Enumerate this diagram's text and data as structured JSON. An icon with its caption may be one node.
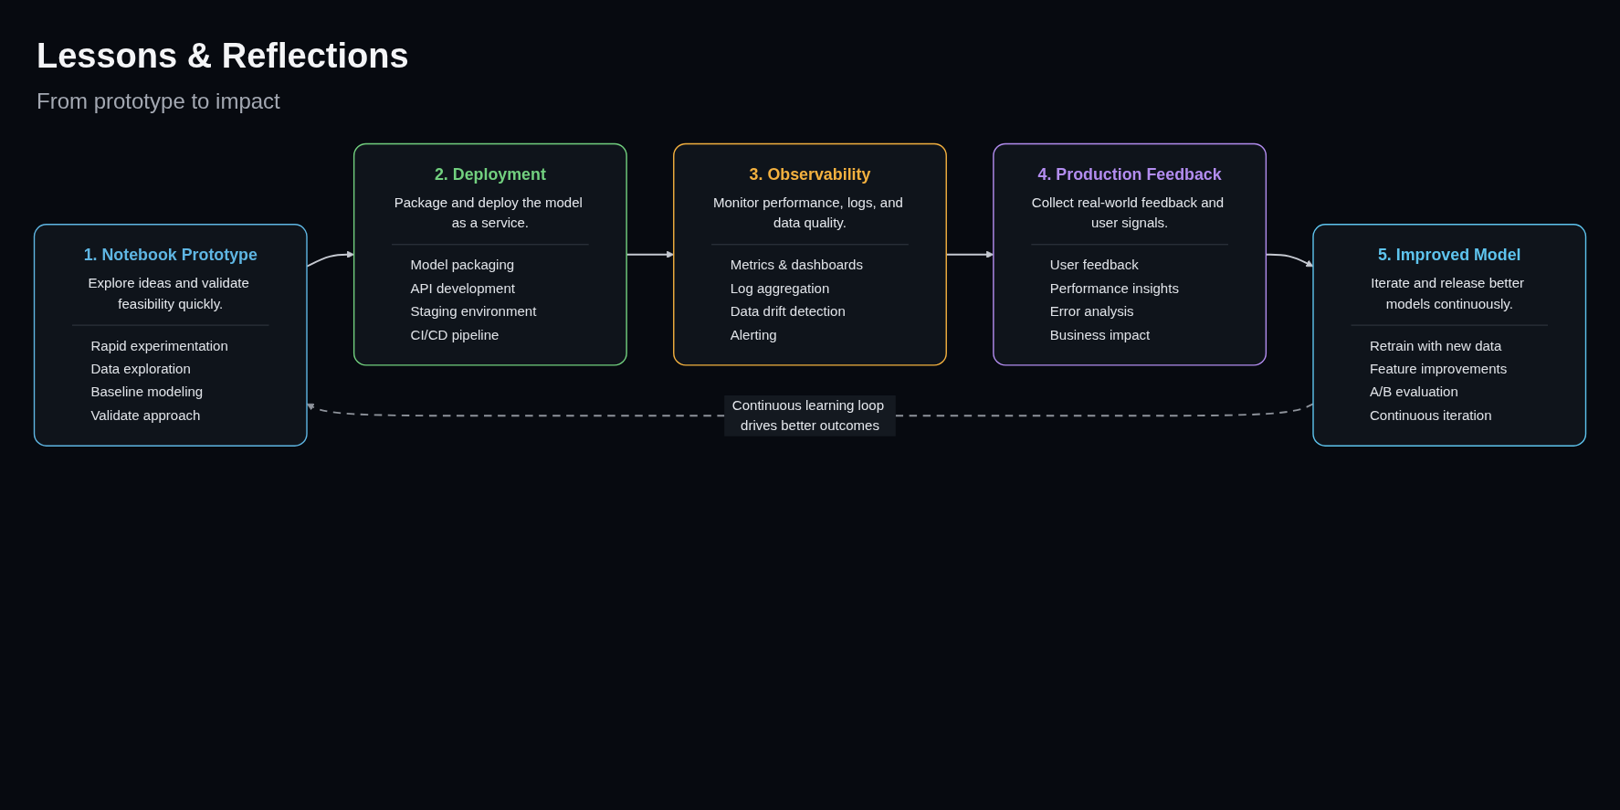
{
  "diagram": {
    "title": "Lessons & Reflections",
    "nodes": [
      {
        "text": [
          "1. Notebook Prototype",
          "Explore ideas and validate feasibility quickly.",
          "Rapid experimentation",
          "Data exploration",
          "Baseline modeling",
          "Validate approach"
        ]
      },
      {
        "text": [
          "2. Deployment",
          "Package and deploy the model as a service.",
          "Model packaging",
          "API development",
          "Staging environment",
          "CI/CD pipeline"
        ]
      },
      {
        "text": [
          "3. Observability",
          "Monitor performance, logs, and data quality.",
          "Metrics & dashboards",
          "Log aggregation",
          "Data drift detection",
          "Alerting"
        ]
      },
      {
        "text": [
          "4. Production Feedback",
          "Collect real-world feedback and user signals.",
          "User feedback",
          "Performance insights",
          "Error analysis",
          "Business impact"
        ]
      },
      {
        "text": [
          "5. Improved Model",
          "Iterate and release better models continuously.",
          "Retrain with new data",
          "Feature improvements",
          "A/B evaluation",
          "Continuous iteration"
        ]
      }
    ],
    "edges": [
      {
        "from": 0,
        "to": 1,
        "arrow": "to"
      },
      {
        "from": 1,
        "to": 2,
        "arrow": "to"
      },
      {
        "from": 2,
        "to": 3,
        "arrow": "to"
      },
      {
        "from": 3,
        "to": 4,
        "arrow": "to"
      },
      {
        "from": 4,
        "to": 0,
        "arrow": "to",
        "label": "Continuous learning loop drives better outcomes",
        "style": "dashed",
        "color": "#8e939b"
      }
    ],
    "labels": [
      "From prototype to impact"
    ]
  }
}
